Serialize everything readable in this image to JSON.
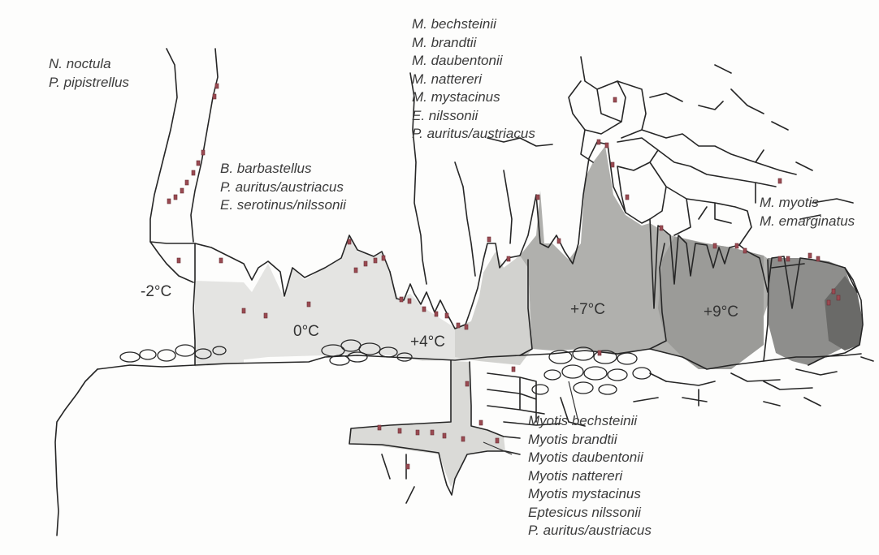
{
  "diagram": {
    "species_groups": {
      "entrance_top": [
        "N. noctula",
        "P. pipistrellus"
      ],
      "entrance_wall": [
        "B. barbastellus",
        "P. auritus/austriacus",
        "E. serotinus/nilssonii"
      ],
      "central_ceiling": [
        "M. bechsteinii",
        "M. brandtii",
        "M. daubentonii",
        "M. nattereri",
        "M. mystacinus",
        "E. nilssonii",
        "P. auritus/austriacus"
      ],
      "deep_chamber": [
        "M. myotis",
        "M. emarginatus"
      ],
      "lower_crevices": [
        "Myotis bechsteinii",
        "Myotis brandtii",
        "Myotis daubentonii",
        "Myotis nattereri",
        "Myotis mystacinus",
        "Eptesicus nilssonii",
        "P. auritus/austriacus"
      ]
    },
    "temperatures": {
      "entrance": "-2°C",
      "front": "0°C",
      "middle": "+4°C",
      "inner": "+7°C",
      "deep": "+9°C"
    },
    "colors": {
      "zone_cold": "#e4e4e2",
      "zone_mid": "#d0d0cd",
      "zone_warm": "#aaaaa7",
      "zone_deep": "#959593",
      "zone_deepest": "#6e6e6c",
      "outline": "#262626",
      "bat_marker": "#9a4a52"
    }
  }
}
